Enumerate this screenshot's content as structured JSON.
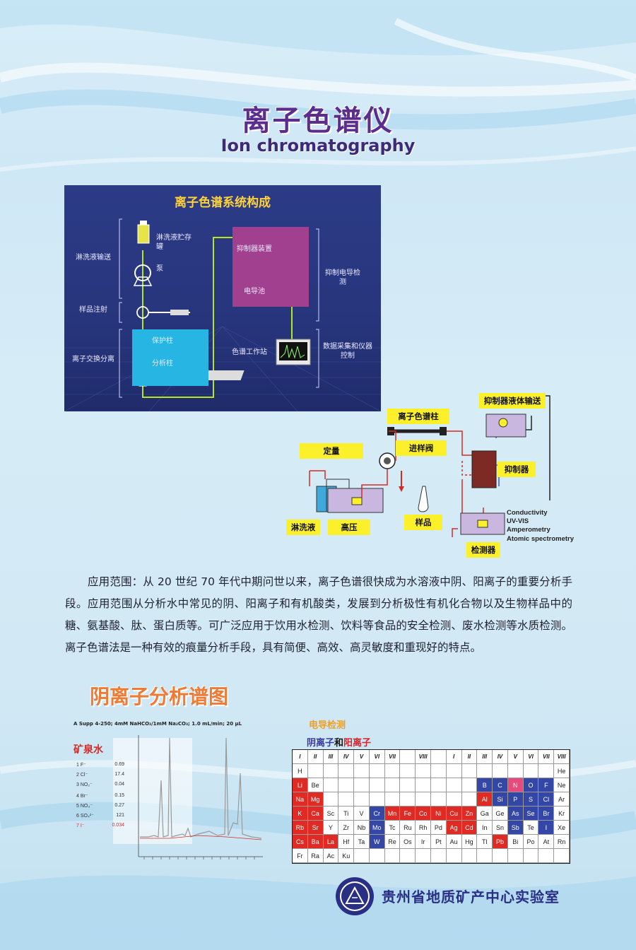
{
  "header": {
    "title_cn": "离子色谱仪",
    "title_en": "Ion chromatography"
  },
  "schematic": {
    "title": "离子色谱系统构成",
    "labels": {
      "eluent_delivery": "淋洗液输送",
      "sample_injection": "样品注射",
      "ion_exchange": "离子交换分离",
      "eluent_reservoir": "淋洗液贮存罐",
      "pump": "泵",
      "guard_column": "保护柱",
      "analytical_column": "分析柱",
      "suppressor": "抑制器装置",
      "conductivity_cell": "电导池",
      "suppressed_detection": "抑制电导检测",
      "workstation": "色谱工作站",
      "data_acquisition": "数据采集和仪器控制"
    }
  },
  "flow": {
    "column": "离子色谱柱",
    "suppressor_delivery": "抑制器液体输送",
    "quant": "定量",
    "valve": "进样阀",
    "suppressor": "抑制器",
    "sample": "样品",
    "eluent": "淋洗液",
    "pressure": "高压",
    "detector": "检测器",
    "methods": [
      "Conductivity",
      "UV-VIS",
      "Amperometry",
      "Atomic spectrometry"
    ]
  },
  "body": {
    "paragraph": "应用范围：从 20 世纪 70 年代中期问世以来，离子色谱很快成为水溶液中阴、阳离子的重要分析手段。应用范围从分析水中常见的阴、阳离子和有机酸类，发展到分析极性有机化合物以及生物样品中的糖、氨基酸、肽、蛋白质等。可广泛应用于饮用水检测、饮料等食品的安全检测、废水检测等水质检测。离子色谱法是一种有效的痕量分析手段，具有简便、高效、高灵敏度和重现好的特点。"
  },
  "section": {
    "title": "阴离子分析谱图"
  },
  "chromatogram": {
    "conditions": "A Supp 4-250;  4mM NaHCO₃/1mM Na₂CO₃; 1.0 mL/min; 20 μL",
    "sample_title": "矿泉水",
    "ions": [
      {
        "name": "1  F⁻",
        "value": "0.69"
      },
      {
        "name": "2  Cl⁻",
        "value": "17.4"
      },
      {
        "name": "3  NO₂⁻",
        "value": "0.04"
      },
      {
        "name": "4  Br⁻",
        "value": "0.15"
      },
      {
        "name": "5  NO₃⁻",
        "value": "0.27"
      },
      {
        "name": "6  SO₄²⁻",
        "value": "121"
      },
      {
        "name": "7  I⁻",
        "value": "0.034"
      }
    ]
  },
  "periodic": {
    "legend1": "电导检测",
    "legend_anion": "阴离子",
    "legend_and": "和",
    "legend_cation": "阳离子",
    "header": [
      "I",
      "II",
      "III",
      "IV",
      "V",
      "VI",
      "VII",
      "",
      "VIII",
      "",
      "I",
      "II",
      "III",
      "IV",
      "V",
      "VI",
      "VII",
      "VIII"
    ],
    "rows": [
      [
        [
          "H",
          ""
        ],
        [
          "",
          ""
        ],
        [
          "",
          ""
        ],
        [
          "",
          ""
        ],
        [
          "",
          ""
        ],
        [
          "",
          ""
        ],
        [
          "",
          ""
        ],
        [
          "",
          ""
        ],
        [
          "",
          ""
        ],
        [
          "",
          ""
        ],
        [
          "",
          ""
        ],
        [
          "",
          ""
        ],
        [
          "",
          ""
        ],
        [
          "",
          ""
        ],
        [
          "",
          ""
        ],
        [
          "",
          ""
        ],
        [
          "",
          ""
        ],
        [
          "He",
          ""
        ]
      ],
      [
        [
          "Li",
          "ca"
        ],
        [
          "Be",
          ""
        ],
        [
          "",
          ""
        ],
        [
          "",
          ""
        ],
        [
          "",
          ""
        ],
        [
          "",
          ""
        ],
        [
          "",
          ""
        ],
        [
          "",
          ""
        ],
        [
          "",
          ""
        ],
        [
          "",
          ""
        ],
        [
          "",
          ""
        ],
        [
          "",
          ""
        ],
        [
          "B",
          "an"
        ],
        [
          "C",
          "an"
        ],
        [
          "N",
          "n"
        ],
        [
          "O",
          "an"
        ],
        [
          "F",
          "an"
        ],
        [
          "Ne",
          ""
        ]
      ],
      [
        [
          "Na",
          "ca"
        ],
        [
          "Mg",
          "ca"
        ],
        [
          "",
          ""
        ],
        [
          "",
          ""
        ],
        [
          "",
          ""
        ],
        [
          "",
          ""
        ],
        [
          "",
          ""
        ],
        [
          "",
          ""
        ],
        [
          "",
          ""
        ],
        [
          "",
          ""
        ],
        [
          "",
          ""
        ],
        [
          "",
          ""
        ],
        [
          "Al",
          "ca"
        ],
        [
          "Si",
          "an"
        ],
        [
          "P",
          "an"
        ],
        [
          "S",
          "an"
        ],
        [
          "Cl",
          "an"
        ],
        [
          "Ar",
          ""
        ]
      ],
      [
        [
          "K",
          "ca"
        ],
        [
          "Ca",
          "ca"
        ],
        [
          "Sc",
          ""
        ],
        [
          "Ti",
          ""
        ],
        [
          "V",
          ""
        ],
        [
          "Cr",
          "an"
        ],
        [
          "Mn",
          "ca"
        ],
        [
          "Fe",
          "ca"
        ],
        [
          "Co",
          "ca"
        ],
        [
          "Ni",
          "ca"
        ],
        [
          "Cu",
          "ca"
        ],
        [
          "Zn",
          "ca"
        ],
        [
          "Ga",
          ""
        ],
        [
          "Ge",
          ""
        ],
        [
          "As",
          "an"
        ],
        [
          "Se",
          "an"
        ],
        [
          "Br",
          "an"
        ],
        [
          "Kr",
          ""
        ]
      ],
      [
        [
          "Rb",
          "ca"
        ],
        [
          "Sr",
          "ca"
        ],
        [
          "Y",
          ""
        ],
        [
          "Zr",
          ""
        ],
        [
          "Nb",
          ""
        ],
        [
          "Mo",
          "an"
        ],
        [
          "Tc",
          ""
        ],
        [
          "Ru",
          ""
        ],
        [
          "Rh",
          ""
        ],
        [
          "Pd",
          ""
        ],
        [
          "Ag",
          "ca"
        ],
        [
          "Cd",
          "ca"
        ],
        [
          "In",
          ""
        ],
        [
          "Sn",
          ""
        ],
        [
          "Sb",
          "an"
        ],
        [
          "Te",
          ""
        ],
        [
          "I",
          "an"
        ],
        [
          "Xe",
          ""
        ]
      ],
      [
        [
          "Cs",
          "ca"
        ],
        [
          "Ba",
          "ca"
        ],
        [
          "La",
          "ca"
        ],
        [
          "Hf",
          ""
        ],
        [
          "Ta",
          ""
        ],
        [
          "W",
          "an"
        ],
        [
          "Re",
          ""
        ],
        [
          "Os",
          ""
        ],
        [
          "Ir",
          ""
        ],
        [
          "Pt",
          ""
        ],
        [
          "Au",
          ""
        ],
        [
          "Hg",
          ""
        ],
        [
          "Tl",
          ""
        ],
        [
          "Pb",
          "ca"
        ],
        [
          "Bi",
          ""
        ],
        [
          "Po",
          ""
        ],
        [
          "At",
          ""
        ],
        [
          "Rn",
          ""
        ]
      ],
      [
        [
          "Fr",
          ""
        ],
        [
          "Ra",
          ""
        ],
        [
          "Ac",
          ""
        ],
        [
          "Ku",
          ""
        ],
        [
          "",
          ""
        ],
        [
          "",
          ""
        ],
        [
          "",
          ""
        ],
        [
          "",
          ""
        ],
        [
          "",
          ""
        ],
        [
          "",
          ""
        ],
        [
          "",
          ""
        ],
        [
          "",
          ""
        ],
        [
          "",
          ""
        ],
        [
          "",
          ""
        ],
        [
          "",
          ""
        ],
        [
          "",
          ""
        ],
        [
          "",
          ""
        ],
        [
          "",
          ""
        ]
      ]
    ]
  },
  "footer": {
    "org": "贵州省地质矿产中心实验室"
  }
}
